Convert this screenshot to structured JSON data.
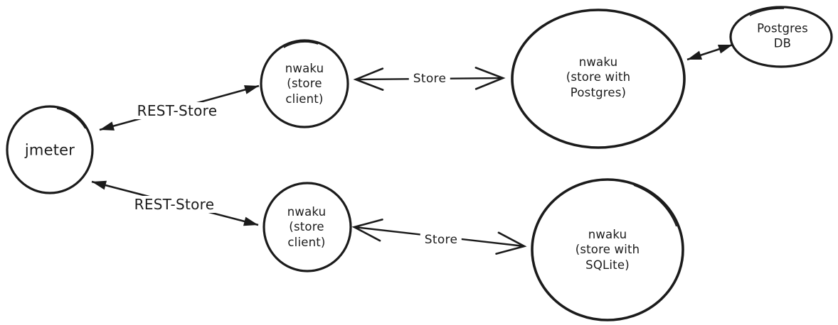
{
  "diagram": {
    "style": "hand-drawn-sketch",
    "background_color": "#ffffff",
    "stroke_color": "#1b1b1b",
    "nodes": [
      {
        "id": "jmeter",
        "shape": "circle",
        "label": "jmeter"
      },
      {
        "id": "nwaku-store-client-top",
        "shape": "circle",
        "label": "nwaku\n(store\nclient)"
      },
      {
        "id": "nwaku-store-postgres",
        "shape": "ellipse",
        "label": "nwaku\n(store with\nPostgres)"
      },
      {
        "id": "postgres-db",
        "shape": "ellipse",
        "label": "Postgres\nDB"
      },
      {
        "id": "nwaku-store-client-bottom",
        "shape": "circle",
        "label": "nwaku\n(store\nclient)"
      },
      {
        "id": "nwaku-store-sqlite",
        "shape": "circle",
        "label": "nwaku\n(store with\nSQLite)"
      }
    ],
    "edges": [
      {
        "from": "jmeter",
        "to": "nwaku-store-client-top",
        "label": "REST-Store",
        "direction": "bidirectional",
        "arrowhead": "solid-triangle"
      },
      {
        "from": "nwaku-store-client-top",
        "to": "nwaku-store-postgres",
        "label": "Store",
        "direction": "bidirectional",
        "arrowhead": "open-chevron"
      },
      {
        "from": "nwaku-store-postgres",
        "to": "postgres-db",
        "label": "",
        "direction": "bidirectional",
        "arrowhead": "solid-triangle"
      },
      {
        "from": "jmeter",
        "to": "nwaku-store-client-bottom",
        "label": "REST-Store",
        "direction": "bidirectional",
        "arrowhead": "solid-triangle"
      },
      {
        "from": "nwaku-store-client-bottom",
        "to": "nwaku-store-sqlite",
        "label": "Store",
        "direction": "bidirectional",
        "arrowhead": "open-chevron"
      }
    ]
  }
}
